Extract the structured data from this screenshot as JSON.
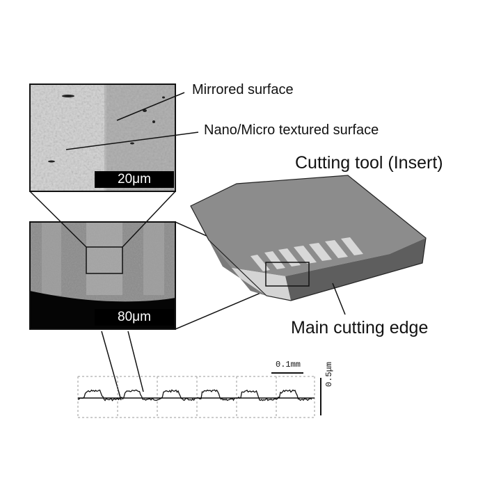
{
  "labels": {
    "mirrored": "Mirrored surface",
    "textured": "Nano/Micro textured surface",
    "tool": "Cutting tool (Insert)",
    "edge": "Main cutting edge"
  },
  "scales": {
    "top_image": "20μm",
    "bottom_image": "80μm",
    "profile_x": "0.1mm",
    "profile_y": "0.5μm"
  },
  "colors": {
    "tool_top": "#8c8c8c",
    "tool_side": "#5e5e5e",
    "texture_stripe": "#d8d8d8",
    "line": "#111111"
  },
  "profile": {
    "grooves": 6
  }
}
